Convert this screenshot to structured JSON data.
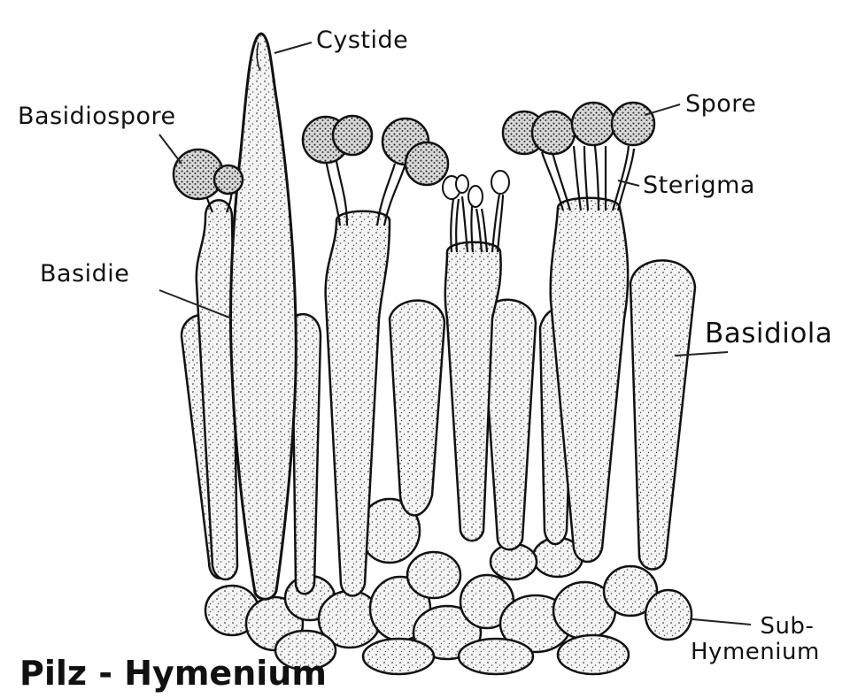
{
  "title": "Pilz - Hymenium",
  "labels": {
    "cystide": "Cystide",
    "basidiospore": "Basidiospore",
    "spore": "Spore",
    "sterigma": "Sterigma",
    "basidie": "Basidie",
    "basidiola": "Basidiola",
    "subhymenium_line1": "Sub-",
    "subhymenium_line2": "Hymenium"
  },
  "colors": {
    "ink": "#111111",
    "cell_fill": "#f2f2f2",
    "stipple": "#444444",
    "ghost_text": "#d6d6d6"
  }
}
